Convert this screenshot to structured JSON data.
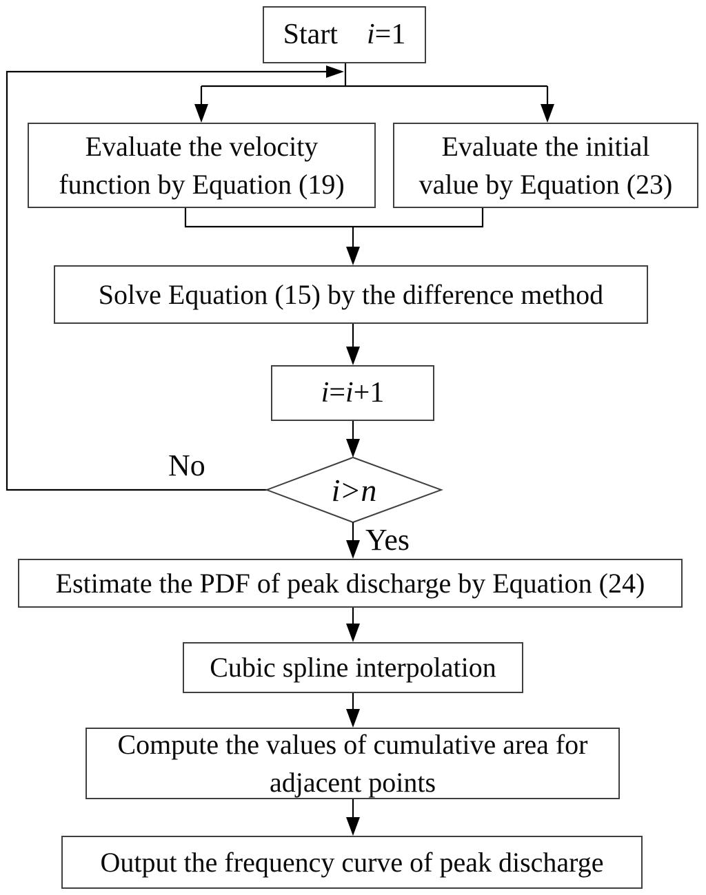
{
  "diagram": {
    "title_semantic": "Flowchart of peak discharge frequency estimation algorithm",
    "colors": {
      "background": "#ffffff",
      "line": "#000000",
      "box_border": "#3f3f3f",
      "text": "#0a0a0a"
    },
    "labels": {
      "no": "No",
      "yes": "Yes"
    },
    "nodes": {
      "start": {
        "segments": [
          {
            "text": "Start  ",
            "italic": false
          },
          {
            "text": "i",
            "italic": true
          },
          {
            "text": "=1",
            "italic": false
          }
        ]
      },
      "eval_velocity": {
        "text": "Evaluate the velocity\nfunction by Equation (19)"
      },
      "eval_initial": {
        "text": "Evaluate the initial\nvalue by Equation (23)"
      },
      "solve": {
        "text": "Solve Equation (15) by the difference method"
      },
      "increment": {
        "segments": [
          {
            "text": "i",
            "italic": true
          },
          {
            "text": "=",
            "italic": false
          },
          {
            "text": "i",
            "italic": true
          },
          {
            "text": "+1",
            "italic": false
          }
        ]
      },
      "decision": {
        "segments": [
          {
            "text": "i",
            "italic": true
          },
          {
            "text": ">",
            "italic": false
          },
          {
            "text": "n",
            "italic": true
          }
        ]
      },
      "estimate": {
        "text": "Estimate the PDF of peak discharge by Equation (24)"
      },
      "cubic": {
        "text": "Cubic spline interpolation"
      },
      "compute": {
        "text": "Compute the values of cumulative area for\nadjacent points"
      },
      "output": {
        "text": "Output the frequency curve of peak discharge"
      }
    }
  }
}
